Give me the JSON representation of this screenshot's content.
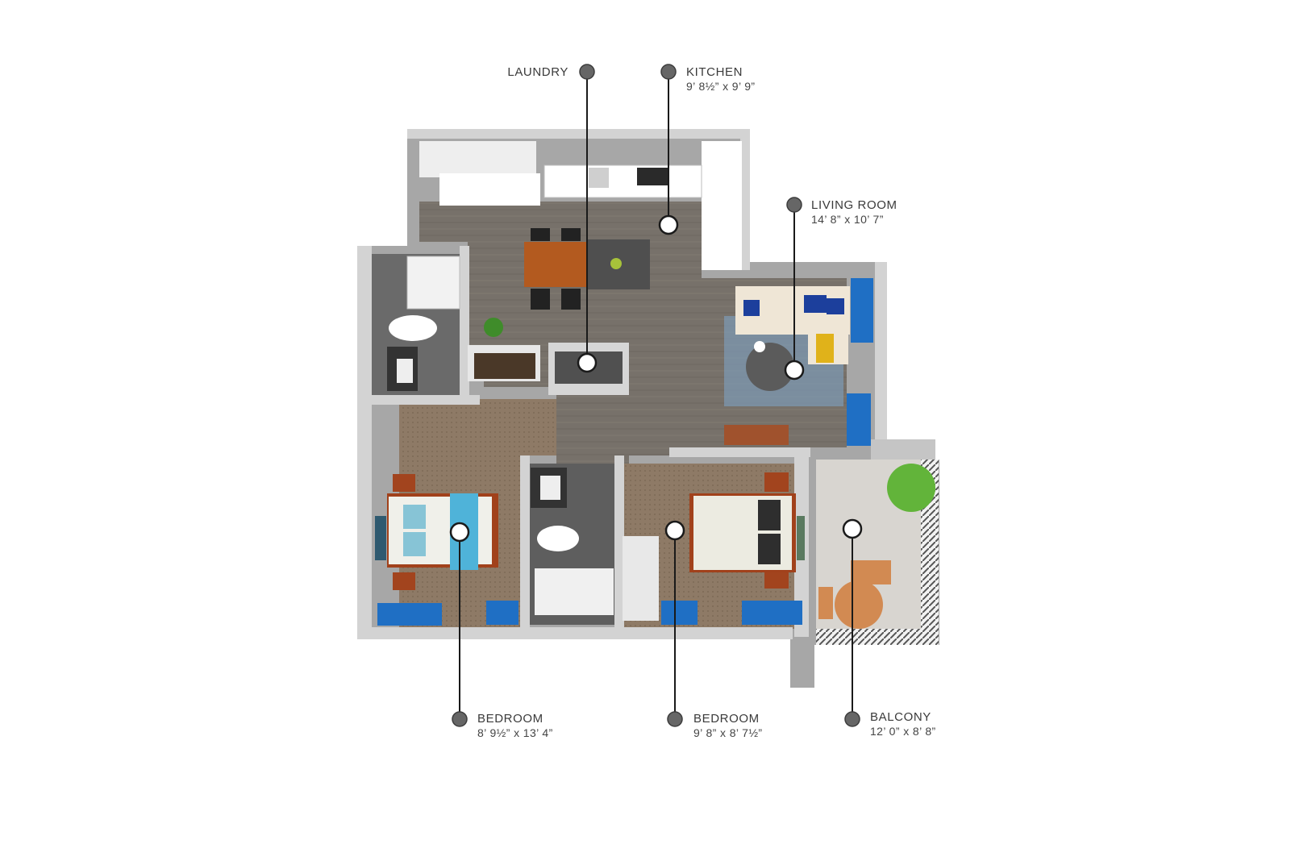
{
  "colors": {
    "wall": "#d4d4d4",
    "wall_shadow": "#a9a9a9",
    "floor_main": "#77716a",
    "floor_bedroom": "#8d7863",
    "floor_bath": "#5f5f5f",
    "balcony": "#d9d7d3",
    "window_blue": "#1f6fc4",
    "leader": "#1a1a1a",
    "dot": "#6b6b6b"
  },
  "rooms": [
    {
      "id": "laundry",
      "name": "LAUNDRY",
      "dims": ""
    },
    {
      "id": "kitchen",
      "name": "KITCHEN",
      "dims": "9’ 8½” x 9’ 9”"
    },
    {
      "id": "living",
      "name": "LIVING ROOM",
      "dims": "14’ 8” x 10’ 7”"
    },
    {
      "id": "bedroom1",
      "name": "BEDROOM",
      "dims": "8’ 9½” x 13’ 4”"
    },
    {
      "id": "bedroom2",
      "name": "BEDROOM",
      "dims": "9’ 8” x 8’ 7½”"
    },
    {
      "id": "balcony",
      "name": "BALCONY",
      "dims": "12’ 0” x 8’ 8”"
    }
  ]
}
